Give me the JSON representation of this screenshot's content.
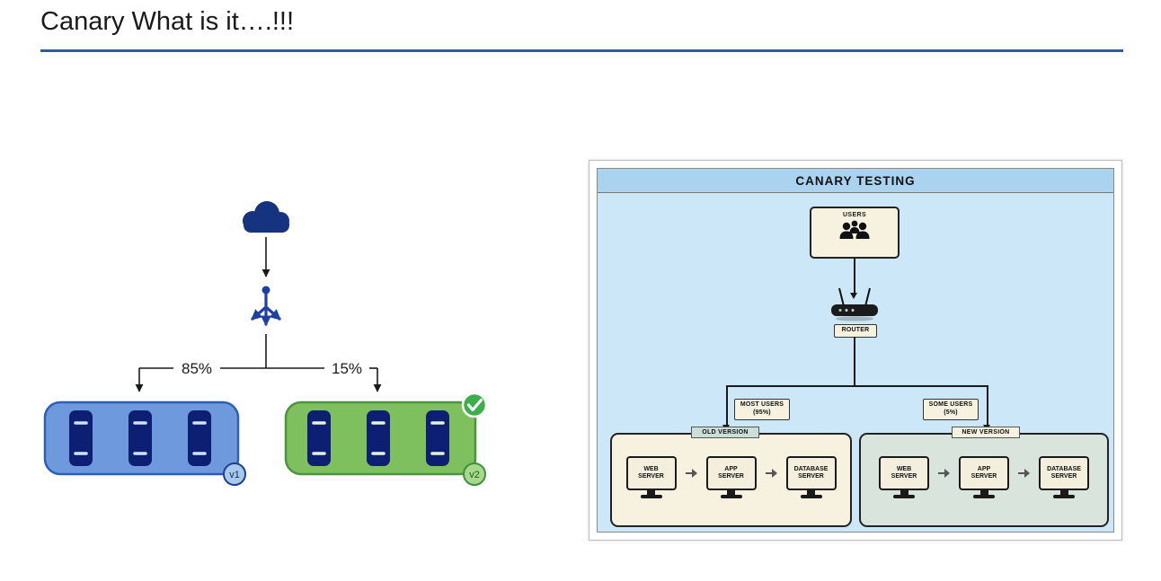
{
  "title": "Canary What is it….!!!",
  "underline_color": "#2e5aa8",
  "left": {
    "split_left": "85%",
    "split_right": "15%",
    "v1": "v1",
    "v2": "v2",
    "colors": {
      "cloud": "#16337f",
      "balancer": "#1d3fa6",
      "v1_box": "#6e99dd",
      "v1_box_border": "#2c5fbb",
      "v2_box": "#7ec05e",
      "v2_box_border": "#4b9440",
      "server": "#0d1f72",
      "check_badge": "#3cae4c"
    }
  },
  "panel": {
    "title": "CANARY TESTING",
    "users": "USERS",
    "router": "ROUTER",
    "most_users": {
      "top": "MOST USERS",
      "bottom": "(95%)"
    },
    "some_users": {
      "top": "SOME USERS",
      "bottom": "(5%)"
    },
    "old": {
      "tag": "OLD VERSION",
      "servers": [
        {
          "top": "WEB",
          "bottom": "SERVER"
        },
        {
          "top": "APP",
          "bottom": "SERVER"
        },
        {
          "top": "DATABASE",
          "bottom": "SERVER"
        }
      ]
    },
    "new": {
      "tag": "NEW VERSION",
      "servers": [
        {
          "top": "WEB",
          "bottom": "SERVER"
        },
        {
          "top": "APP",
          "bottom": "SERVER"
        },
        {
          "top": "DATABASE",
          "bottom": "SERVER"
        }
      ]
    },
    "colors": {
      "header_band": "#a9d3ee",
      "body": "#cce8f8",
      "cream_box": "#f6f2df",
      "sage_box": "#d9e5dc"
    }
  }
}
